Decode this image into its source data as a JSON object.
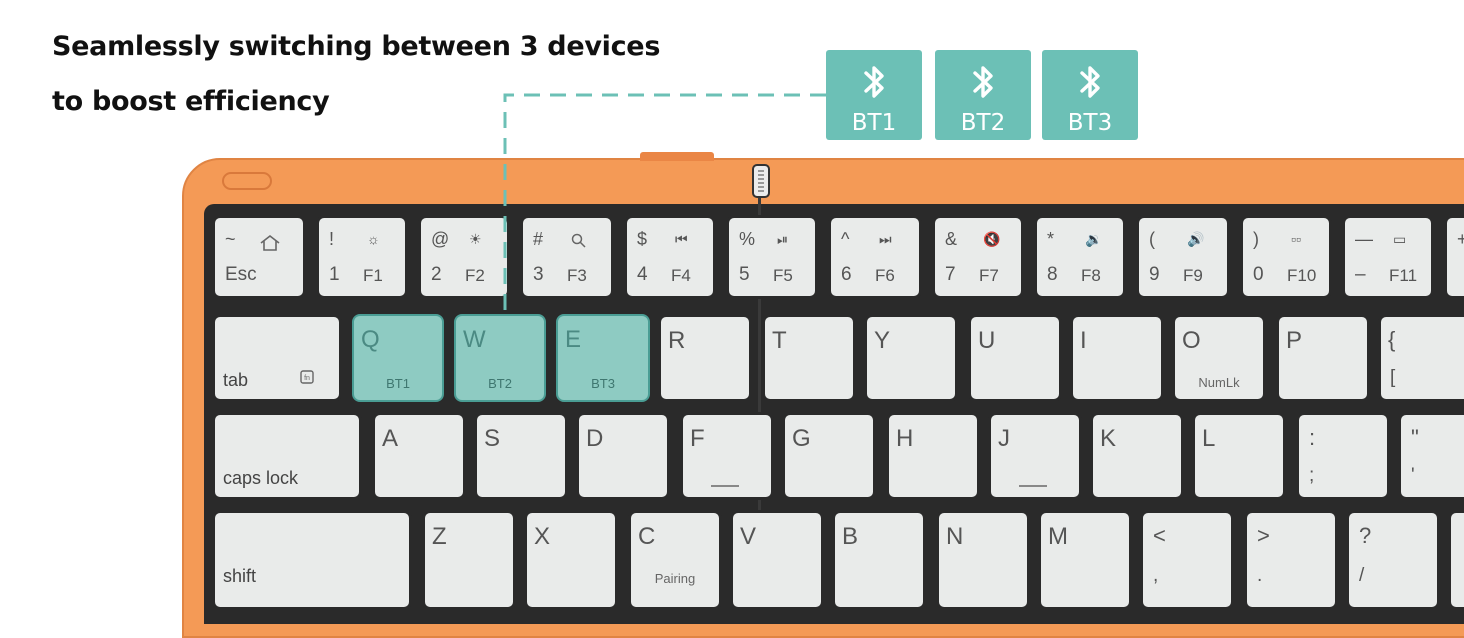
{
  "headline": {
    "line1": "Seamlessly switching between 3 devices",
    "line2": "to boost efficiency"
  },
  "bluetooth_badges": [
    {
      "label": "BT1",
      "icon": "bluetooth-icon"
    },
    {
      "label": "BT2",
      "icon": "bluetooth-icon"
    },
    {
      "label": "BT3",
      "icon": "bluetooth-icon"
    }
  ],
  "colors": {
    "accent_teal": "#6cc0b6",
    "keyboard_orange": "#f49a56",
    "key_gray": "#e9ebea"
  },
  "keyboard": {
    "row_fn": [
      {
        "top": "~",
        "icon": "home-icon",
        "bottom": "Esc"
      },
      {
        "top": "!",
        "icon": "brightness-down-icon",
        "bottom": "1",
        "fn": "F1"
      },
      {
        "top": "@",
        "icon": "brightness-up-icon",
        "bottom": "2",
        "fn": "F2"
      },
      {
        "top": "#",
        "icon": "search-icon",
        "bottom": "3",
        "fn": "F3"
      },
      {
        "top": "$",
        "icon": "previous-track-icon",
        "bottom": "4",
        "fn": "F4"
      },
      {
        "top": "%",
        "icon": "play-pause-icon",
        "bottom": "5",
        "fn": "F5"
      },
      {
        "top": "^",
        "icon": "next-track-icon",
        "bottom": "6",
        "fn": "F6"
      },
      {
        "top": "&",
        "icon": "mute-icon",
        "bottom": "7",
        "fn": "F7"
      },
      {
        "top": "*",
        "icon": "volume-down-icon",
        "bottom": "8",
        "fn": "F8"
      },
      {
        "top": "(",
        "icon": "volume-up-icon",
        "bottom": "9",
        "fn": "F9"
      },
      {
        "top": ")",
        "icon": "apps-icon",
        "bottom": "0",
        "fn": "F10"
      },
      {
        "top": "—",
        "icon": "screenshot-icon",
        "bottom": "–",
        "fn": "F11"
      }
    ],
    "row_q": {
      "tab": "tab",
      "bt_keys": [
        {
          "main": "Q",
          "sub": "BT1"
        },
        {
          "main": "W",
          "sub": "BT2"
        },
        {
          "main": "E",
          "sub": "BT3"
        }
      ],
      "keys": [
        {
          "main": "R"
        },
        {
          "main": "T"
        },
        {
          "main": "Y"
        },
        {
          "main": "U"
        },
        {
          "main": "I"
        },
        {
          "main": "O",
          "sub": "NumLk"
        },
        {
          "main": "P"
        },
        {
          "main": "{",
          "lower": "["
        }
      ]
    },
    "row_a": {
      "caps": "caps lock",
      "keys": [
        {
          "main": "A"
        },
        {
          "main": "S"
        },
        {
          "main": "D"
        },
        {
          "main": "F"
        },
        {
          "main": "G"
        },
        {
          "main": "H"
        },
        {
          "main": "J"
        },
        {
          "main": "K"
        },
        {
          "main": "L"
        },
        {
          "main": ":",
          "lower": ";"
        },
        {
          "main": "\"",
          "lower": "'"
        }
      ]
    },
    "row_z": {
      "shift": "shift",
      "keys": [
        {
          "main": "Z"
        },
        {
          "main": "X"
        },
        {
          "main": "C",
          "sub": "Pairing"
        },
        {
          "main": "V"
        },
        {
          "main": "B"
        },
        {
          "main": "N"
        },
        {
          "main": "M"
        },
        {
          "main": "<",
          "lower": ","
        },
        {
          "main": ">",
          "lower": "."
        },
        {
          "main": "?",
          "lower": "/"
        }
      ]
    }
  }
}
